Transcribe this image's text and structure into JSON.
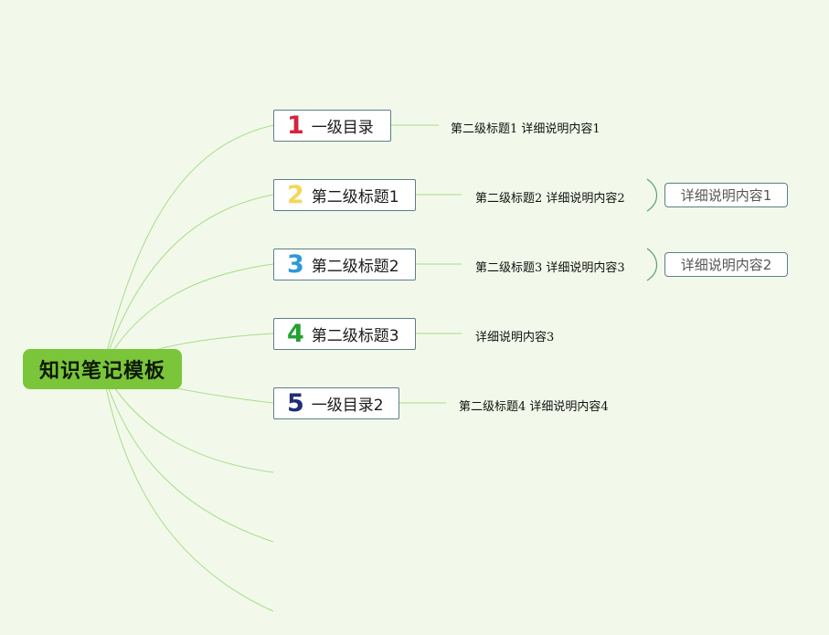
{
  "root": {
    "label": "知识笔记模板"
  },
  "topics": [
    {
      "number": "1",
      "label": "一级目录",
      "number_color": "#d6233c"
    },
    {
      "number": "2",
      "label": "第二级标题1",
      "number_color": "#f2d75b"
    },
    {
      "number": "3",
      "label": "第二级标题2",
      "number_color": "#2a9ad8"
    },
    {
      "number": "4",
      "label": "第二级标题3",
      "number_color": "#22a231"
    },
    {
      "number": "5",
      "label": "一级目录2",
      "number_color": "#1f2d7a"
    }
  ],
  "subtopics": [
    "第二级标题1 详细说明内容1",
    "第二级标题2 详细说明内容2",
    "第二级标题3 详细说明内容3",
    "详细说明内容3",
    "第二级标题4 详细说明内容4"
  ],
  "leaves": [
    "详细说明内容1",
    "详细说明内容2"
  ],
  "colors": {
    "background": "#f2f9ea",
    "root_fill": "#7bc53a",
    "branch_line": "#a8dc8c",
    "topic_border": "#5c7f86"
  }
}
